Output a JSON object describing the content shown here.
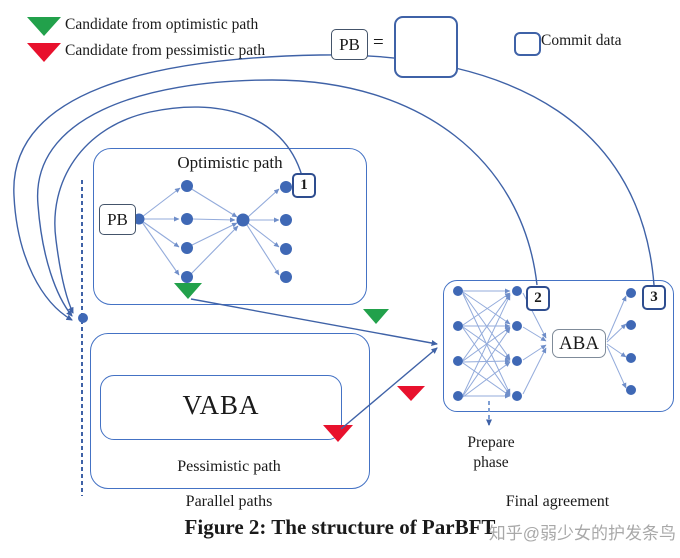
{
  "legend": {
    "optimistic": {
      "label": "Candidate from optimistic path",
      "color": "#22a14b"
    },
    "pessimistic": {
      "label": "Candidate from pessimistic path",
      "color": "#e8112d"
    }
  },
  "pb_definition": {
    "label": "PB",
    "equals": "="
  },
  "commit_data": {
    "label": "Commit data"
  },
  "optimistic_box": {
    "title": "Optimistic path",
    "pb_label": "PB",
    "badge": "1"
  },
  "pessimistic_box": {
    "title": "Pessimistic path",
    "vaba_label": "VABA"
  },
  "final_box": {
    "title": "Final agreement",
    "aba_label": "ABA",
    "badge_2": "2",
    "badge_3": "3",
    "prepare_line1": "Prepare",
    "prepare_line2": "phase"
  },
  "labels": {
    "parallel_paths": "Parallel paths"
  },
  "caption": "Figure 2: The structure of ParBFT",
  "watermark": "知乎@弱少女的护发条鸟",
  "colors": {
    "box_border_blue": "#4472c4",
    "line_blue": "#3f62a7",
    "light_line_blue": "#93abdb",
    "node_blue": "#3f68b5",
    "candidate_green": "#22a14b",
    "candidate_red": "#e8112d",
    "watermark_gray": "#9a9a9a"
  }
}
